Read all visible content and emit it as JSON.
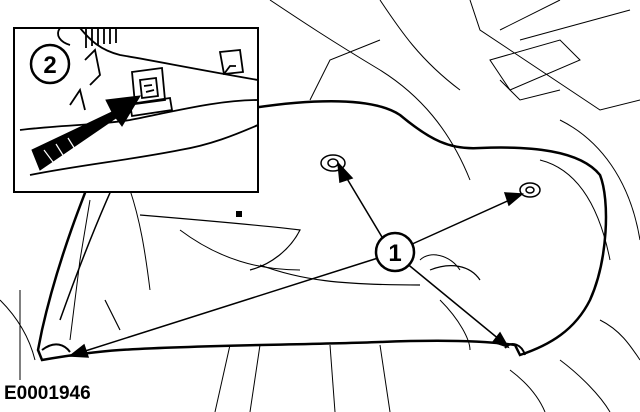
{
  "figure": {
    "reference_id": "E0001946",
    "callouts": [
      {
        "label": "1"
      },
      {
        "label": "2"
      }
    ]
  }
}
